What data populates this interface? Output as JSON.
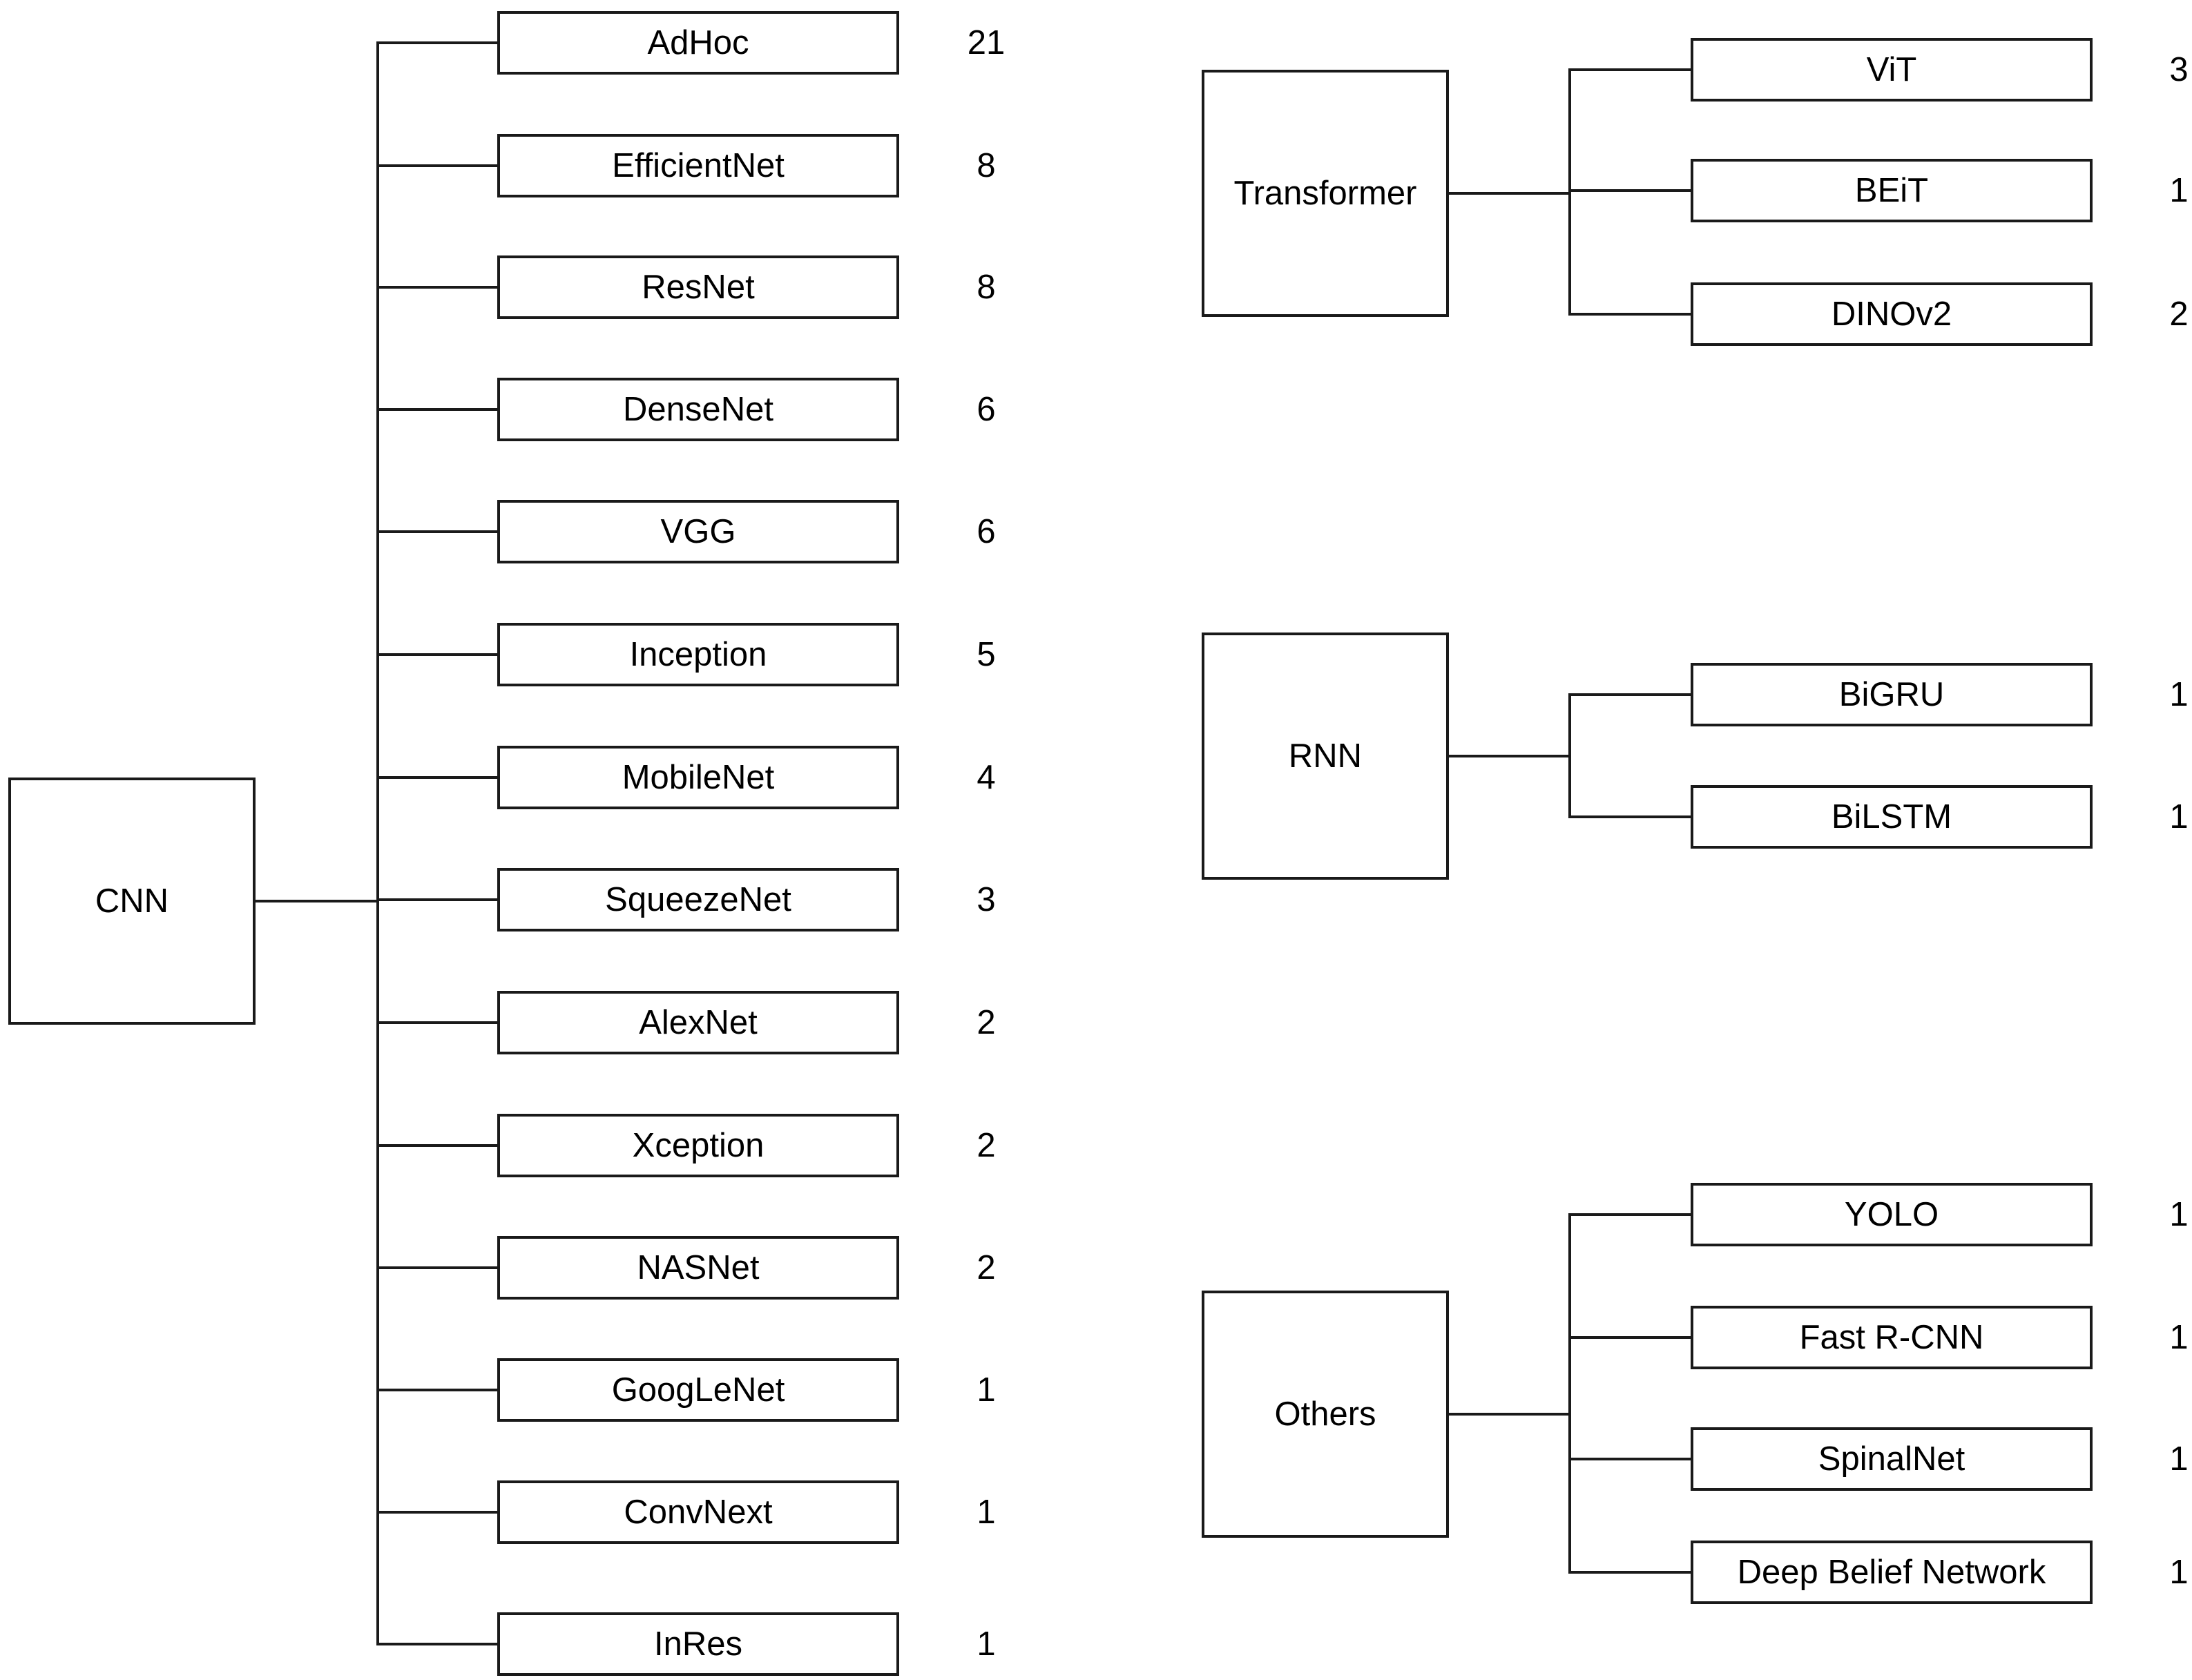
{
  "groups": [
    {
      "id": "cnn",
      "label": "CNN",
      "children": [
        {
          "label": "AdHoc",
          "count": "21"
        },
        {
          "label": "EfficientNet",
          "count": "8"
        },
        {
          "label": "ResNet",
          "count": "8"
        },
        {
          "label": "DenseNet",
          "count": "6"
        },
        {
          "label": "VGG",
          "count": "6"
        },
        {
          "label": "Inception",
          "count": "5"
        },
        {
          "label": "MobileNet",
          "count": "4"
        },
        {
          "label": "SqueezeNet",
          "count": "3"
        },
        {
          "label": "AlexNet",
          "count": "2"
        },
        {
          "label": "Xception",
          "count": "2"
        },
        {
          "label": "NASNet",
          "count": "2"
        },
        {
          "label": "GoogLeNet",
          "count": "1"
        },
        {
          "label": "ConvNext",
          "count": "1"
        },
        {
          "label": "InRes",
          "count": "1"
        }
      ]
    },
    {
      "id": "transformer",
      "label": "Transformer",
      "children": [
        {
          "label": "ViT",
          "count": "3"
        },
        {
          "label": "BEiT",
          "count": "1"
        },
        {
          "label": "DINOv2",
          "count": "2"
        }
      ]
    },
    {
      "id": "rnn",
      "label": "RNN",
      "children": [
        {
          "label": "BiGRU",
          "count": "1"
        },
        {
          "label": "BiLSTM",
          "count": "1"
        }
      ]
    },
    {
      "id": "others",
      "label": "Others",
      "children": [
        {
          "label": "YOLO",
          "count": "1"
        },
        {
          "label": "Fast R-CNN",
          "count": "1"
        },
        {
          "label": "SpinalNet",
          "count": "1"
        },
        {
          "label": "Deep Belief Network",
          "count": "1"
        }
      ]
    }
  ]
}
